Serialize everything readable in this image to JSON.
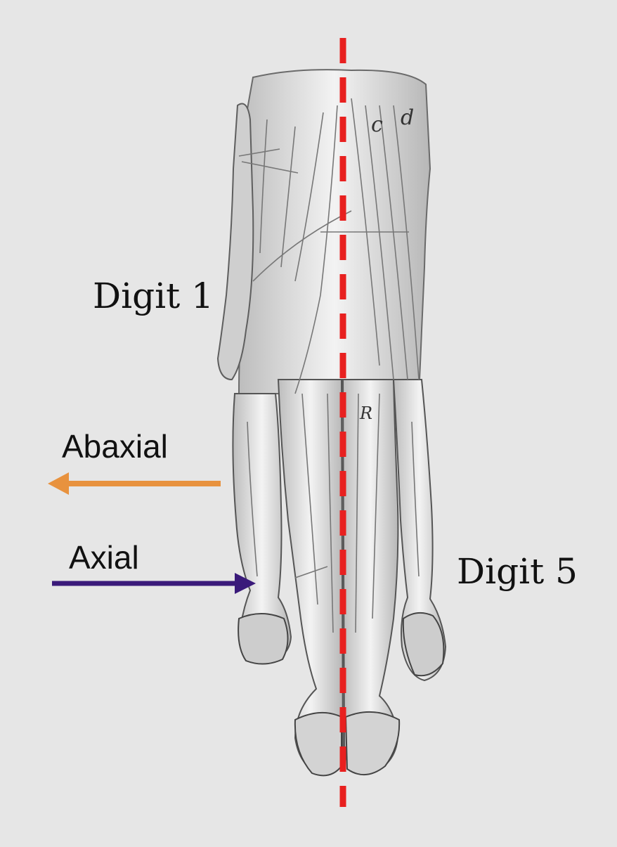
{
  "labels": {
    "digit1": "Digit 1",
    "digit5": "Digit 5",
    "abaxial": "Abaxial",
    "axial": "Axial"
  },
  "figure_letters": {
    "c": "c",
    "d": "d",
    "r": "R"
  },
  "colors": {
    "background": "#e6e6e6",
    "midline": "#e8201f",
    "abaxial_arrow": "#e8923e",
    "axial_arrow": "#3a1a7a",
    "limb_fill": "#d9d9d9",
    "limb_stroke": "#555555"
  },
  "illustration": "anatomical-drawing-foot-dorsal-view"
}
